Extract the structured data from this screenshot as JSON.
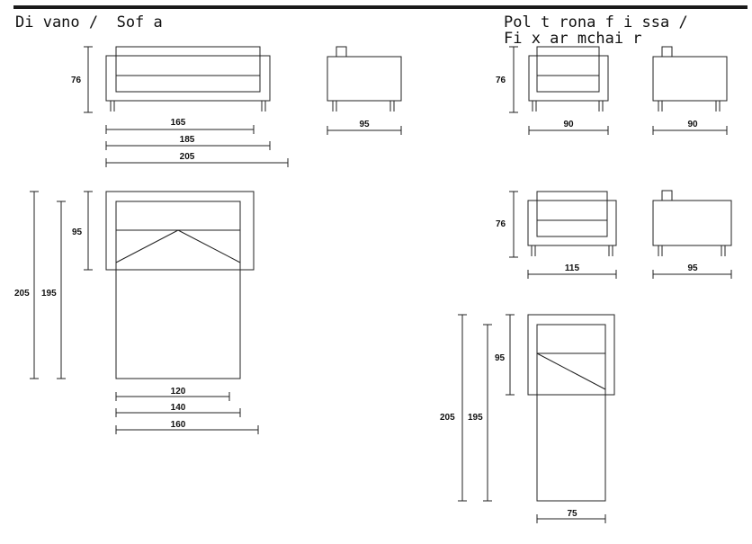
{
  "titles": {
    "sofa": "Di vano /  Sof a",
    "armchair": "Pol t rona f i ssa /  Fi x ar mchai r"
  },
  "dimensions": {
    "sofa_front_height": "76",
    "sofa_front_width_1": "165",
    "sofa_front_width_2": "185",
    "sofa_front_width_3": "205",
    "sofa_side_depth": "95",
    "sofa_bed_seat_depth": "95",
    "sofa_bed_total_length": "205",
    "sofa_bed_mattress_length": "195",
    "sofa_bed_width_1": "120",
    "sofa_bed_width_2": "140",
    "sofa_bed_width_3": "160",
    "arm1_front_height": "76",
    "arm1_front_width": "90",
    "arm1_side_depth": "90",
    "arm2_front_height": "76",
    "arm2_front_width": "115",
    "arm2_side_depth": "95",
    "arm_bed_seat_depth": "95",
    "arm_bed_total_length": "205",
    "arm_bed_mattress_length": "195",
    "arm_bed_width": "75"
  }
}
